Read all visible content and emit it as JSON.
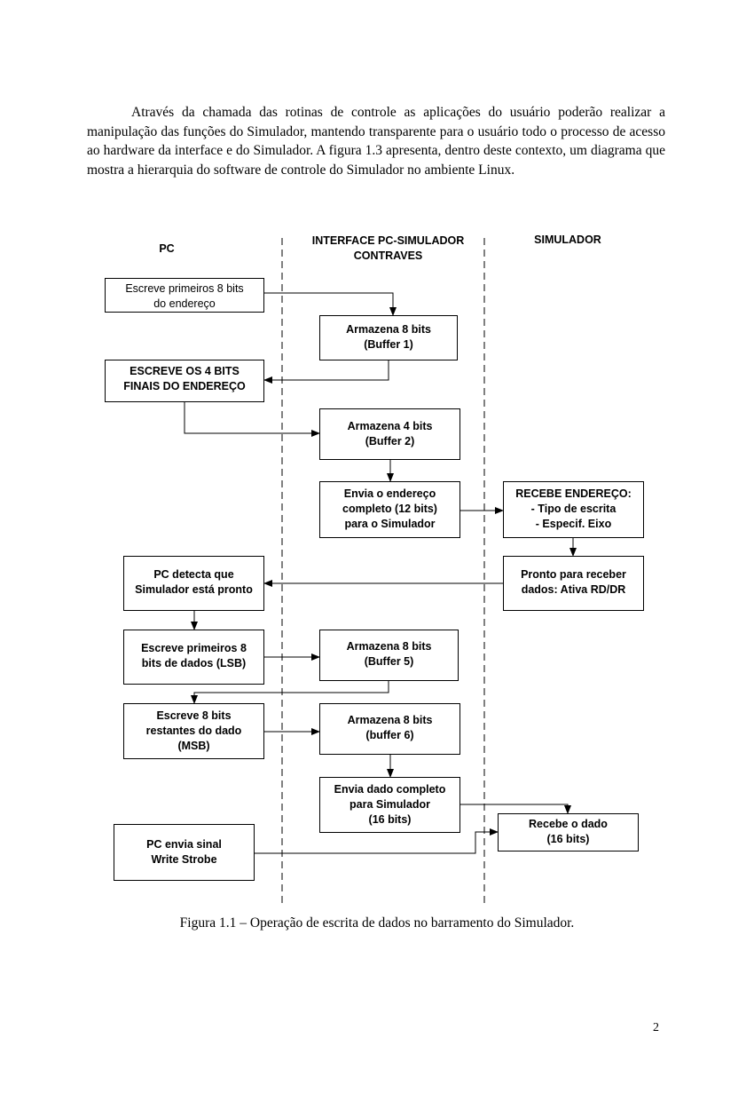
{
  "intro_paragraph": "Através da chamada das rotinas de controle as aplicações do usuário poderão realizar a manipulação das funções do Simulador, mantendo transparente para o usuário todo o processo de acesso ao hardware da interface e do Simulador. A figura 1.3 apresenta, dentro deste contexto, um diagrama que mostra a hierarquia do software de controle do Simulador no ambiente Linux.",
  "columns": {
    "pc": "PC",
    "interface": "INTERFACE PC-SIMULADOR\nCONTRAVES",
    "simulador": "SIMULADOR"
  },
  "boxes": {
    "pc1": "Escreve primeiros 8 bits\ndo endereço",
    "if1": "Armazena 8 bits\n(Buffer 1)",
    "pc2": "ESCREVE OS 4 BITS\nFINAIS DO ENDEREÇO",
    "if2": "Armazena 4 bits\n(Buffer 2)",
    "if3": "Envia o endereço\ncompleto (12 bits)\npara o Simulador",
    "sim1": "RECEBE ENDEREÇO:\n- Tipo de escrita\n- Especif.   Eixo",
    "pc3": "PC detecta que\nSimulador está pronto",
    "sim2": "Pronto para receber\ndados: Ativa RD/DR",
    "pc4": "Escreve primeiros 8\nbits de dados (LSB)",
    "if4": "Armazena 8 bits\n(Buffer 5)",
    "pc5": "Escreve 8 bits\nrestantes do dado\n(MSB)",
    "if5": "Armazena 8 bits\n(buffer 6)",
    "if6": "Envia dado completo\npara Simulador\n(16 bits)",
    "sim3": "Recebe o dado\n(16 bits)",
    "pc6": "PC envia sinal\nWrite Strobe"
  },
  "caption": "Figura 1.1 – Operação de escrita de dados no barramento do Simulador.",
  "page_number": "2"
}
